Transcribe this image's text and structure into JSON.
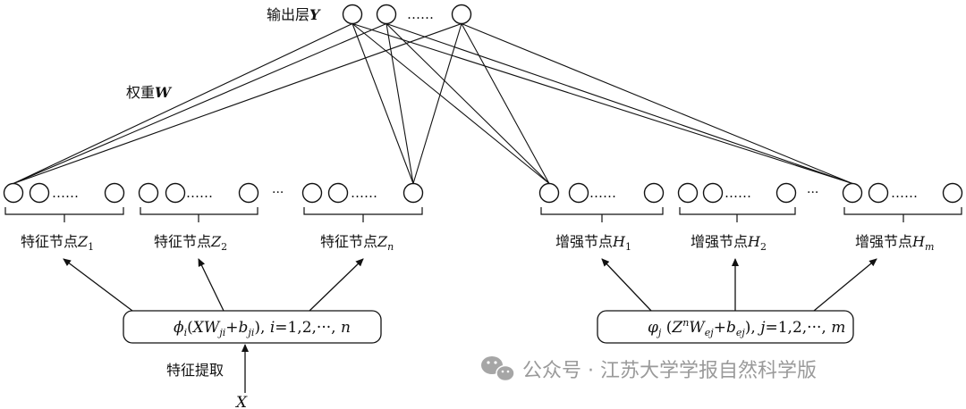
{
  "labels": {
    "output_prefix": "输出层",
    "output_var": "Y",
    "output_dots": "……",
    "weight_prefix": "权重",
    "weight_var": "W",
    "group_dots": "……",
    "between_dots": "···",
    "extract_label": "特征提取",
    "input_var": "X"
  },
  "feature_groups": [
    {
      "prefix": "特征节点",
      "var": "Z",
      "sub": "1"
    },
    {
      "prefix": "特征节点",
      "var": "Z",
      "sub": "2"
    },
    {
      "prefix": "特征节点",
      "var": "Z",
      "sub": "n"
    }
  ],
  "enhance_groups": [
    {
      "prefix": "增强节点",
      "var": "H",
      "sub": "1"
    },
    {
      "prefix": "增强节点",
      "var": "H",
      "sub": "2"
    },
    {
      "prefix": "增强节点",
      "var": "H",
      "sub": "m"
    }
  ],
  "feature_function": {
    "phi": "ϕ",
    "phi_sub": "i",
    "open": "(",
    "X": "XW",
    "W_sub": "ji",
    "plus": "+",
    "b": "b",
    "b_sub": "ji",
    "close": "),",
    "i": "i",
    "range": "=1,2,···,",
    "n": "n"
  },
  "enhance_function": {
    "phi": "φ",
    "phi_sub": "j",
    "open": "(",
    "Z": "Z",
    "Z_sup": "n",
    "W": "W",
    "W_sub": "ej",
    "plus": "+",
    "b": "b",
    "b_sub": "ej",
    "close": "),",
    "j": "j",
    "range": "=1,2,···,",
    "m": "m"
  },
  "watermark": {
    "icon": "wechat-icon",
    "text": "公众号 · 江苏大学学报自然科学版"
  }
}
